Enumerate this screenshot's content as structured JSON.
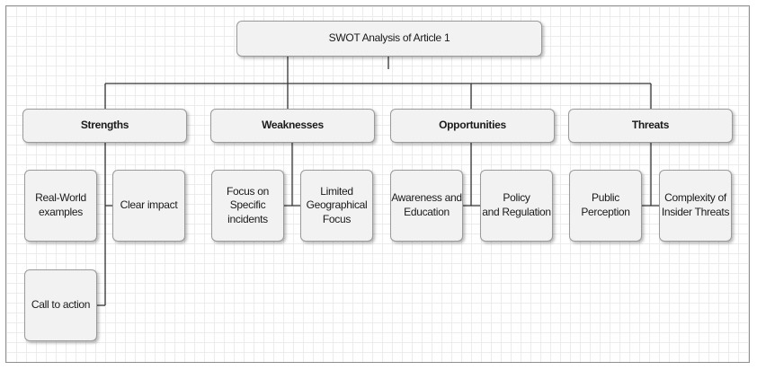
{
  "diagram": {
    "root": "SWOT Analysis of Article 1",
    "categories": [
      {
        "label": "Strengths",
        "items": [
          "Real-World\nexamples",
          "Clear impact",
          "Call to action"
        ]
      },
      {
        "label": "Weaknesses",
        "items": [
          "Focus on\nSpecific\nincidents",
          "Limited\nGeographical\nFocus"
        ]
      },
      {
        "label": "Opportunities",
        "items": [
          "Awareness and\nEducation",
          "Policy\nand Regulation"
        ]
      },
      {
        "label": "Threats",
        "items": [
          "Public\nPerception",
          "Complexity of\nInsider Threats"
        ]
      }
    ]
  },
  "colors": {
    "node_fill": "#f2f2f2",
    "node_border": "#9a9a9a",
    "connector": "#333333",
    "grid": "#ececec"
  }
}
